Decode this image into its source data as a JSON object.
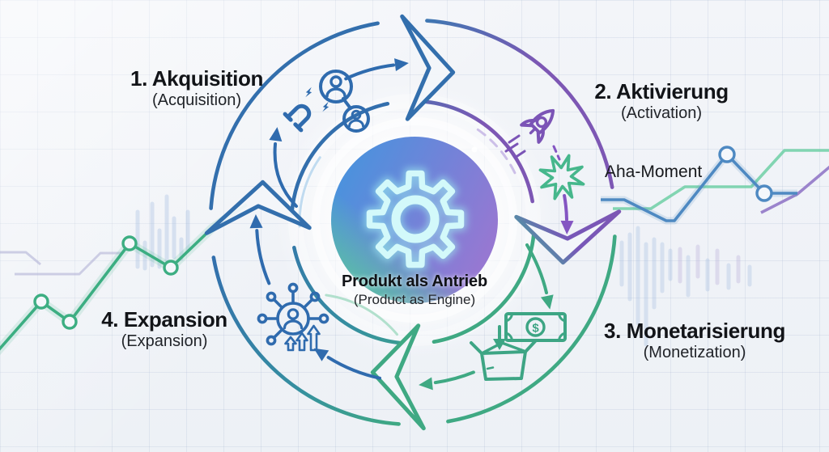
{
  "stages": [
    {
      "label": "1. Akquisition",
      "sublabel": "(Acquisition)",
      "icon": "magnet-attracting-users-icon"
    },
    {
      "label": "2. Aktivierung",
      "sublabel": "(Activation)",
      "icon": "rocket-icon"
    },
    {
      "label": "3. Monetarisierung",
      "sublabel": "(Monetization)",
      "icon": "cash-into-box-icon"
    },
    {
      "label": "4. Expansion",
      "sublabel": "(Expansion)",
      "icon": "user-network-growth-icon"
    }
  ],
  "center": {
    "title": "Produkt als Antrieb",
    "subtitle": "(Product as Engine)",
    "icon": "gear-icon"
  },
  "annotations": {
    "aha_moment": "Aha-Moment",
    "aha_icon": "starburst-icon"
  },
  "glyphs": {
    "dollar": "$"
  },
  "colors": {
    "blue": "#336fad",
    "purple": "#7d57b4",
    "green": "#3fa983",
    "gear": "#cdf7f8",
    "center_blue": "#4b92dd",
    "center_purple": "#9678d2",
    "center_green": "#55c49c",
    "background": "#f1f4f8"
  }
}
